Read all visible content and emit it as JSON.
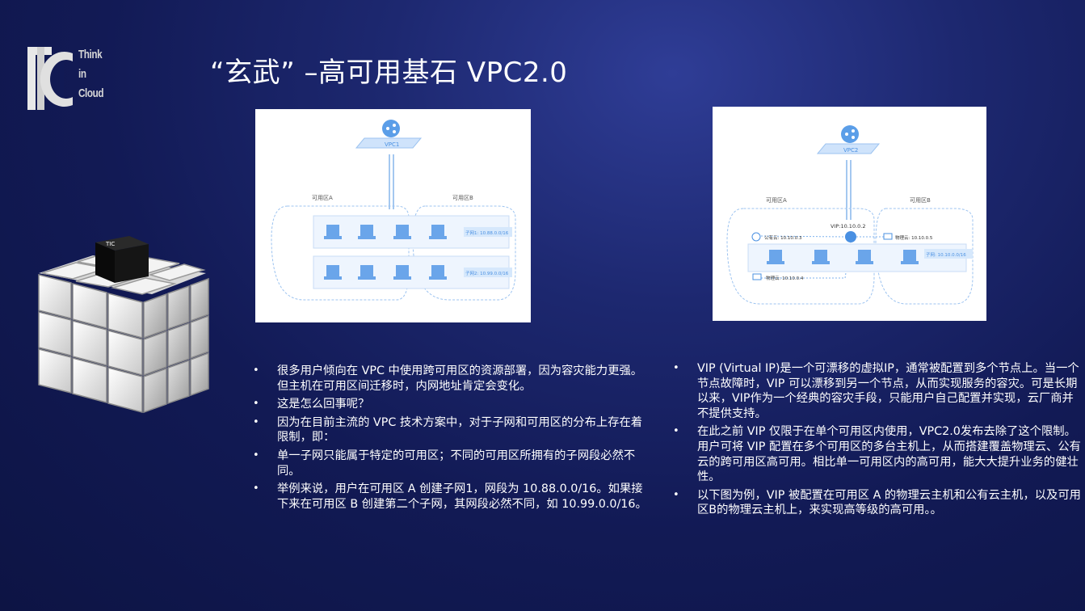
{
  "title": "“玄武” –高可用基石 VPC2.0",
  "logo": {
    "icon": "tic-logo-icon",
    "words": [
      "Think",
      "in",
      "Cloud"
    ]
  },
  "diagram_left": {
    "vpc_label": "VPC1",
    "zone_a": "可用区A",
    "zone_b": "可用区B",
    "subnet_1": "子网1: 10.88.0.0/16",
    "subnet_2": "子网2: 10.99.0.0/16"
  },
  "diagram_right": {
    "vpc_label": "VPC2",
    "zone_a": "可用区A",
    "zone_b": "可用区B",
    "vip": "VIP:10.10.0.2",
    "public_cloud": "公有云: 10.10.0.3",
    "physical_cloud_a": "物理云: 10.10.0.4",
    "physical_cloud_b": "物理云: 10.10.0.5",
    "subnet": "子网: 10.10.0.0/16"
  },
  "left_bullets": [
    "很多用户倾向在 VPC 中使用跨可用区的资源部署，因为容灾能力更强。但主机在可用区间迁移时，内网地址肯定会变化。",
    "这是怎么回事呢？",
    "因为在目前主流的 VPC 技术方案中，对于子网和可用区的分布上存在着限制，即：",
    "单一子网只能属于特定的可用区；不同的可用区所拥有的子网段必然不同。",
    "举例来说，用户在可用区 A 创建子网1，网段为 10.88.0.0/16。如果接下来在可用区 B 创建第二个子网，其网段必然不同，如 10.99.0.0/16。"
  ],
  "right_bullets": [
    "VIP (Virtual IP)是一个可漂移的虚拟IP，通常被配置到多个节点上。当一个节点故障时，VIP 可以漂移到另一个节点，从而实现服务的容灾。可是长期以来，VIP作为一个经典的容灾手段，只能用户自己配置并实现，云厂商并不提供支持。",
    "在此之前 VIP 仅限于在单个可用区内使用，VPC2.0发布去除了这个限制。用户可将 VIP 配置在多个可用区的多台主机上，从而搭建覆盖物理云、公有云的跨可用区高可用。相比单一可用区内的高可用，能大大提升业务的健壮性。",
    "以下图为例，VIP 被配置在可用区 A 的物理云主机和公有云主机，以及可用区B的物理云主机上，来实现高等级的高可用。。"
  ],
  "cube_top_label": "TIC",
  "colors": {
    "background": "#1b2668",
    "diagram_accent": "#4a90e2",
    "text": "#ffffff"
  }
}
